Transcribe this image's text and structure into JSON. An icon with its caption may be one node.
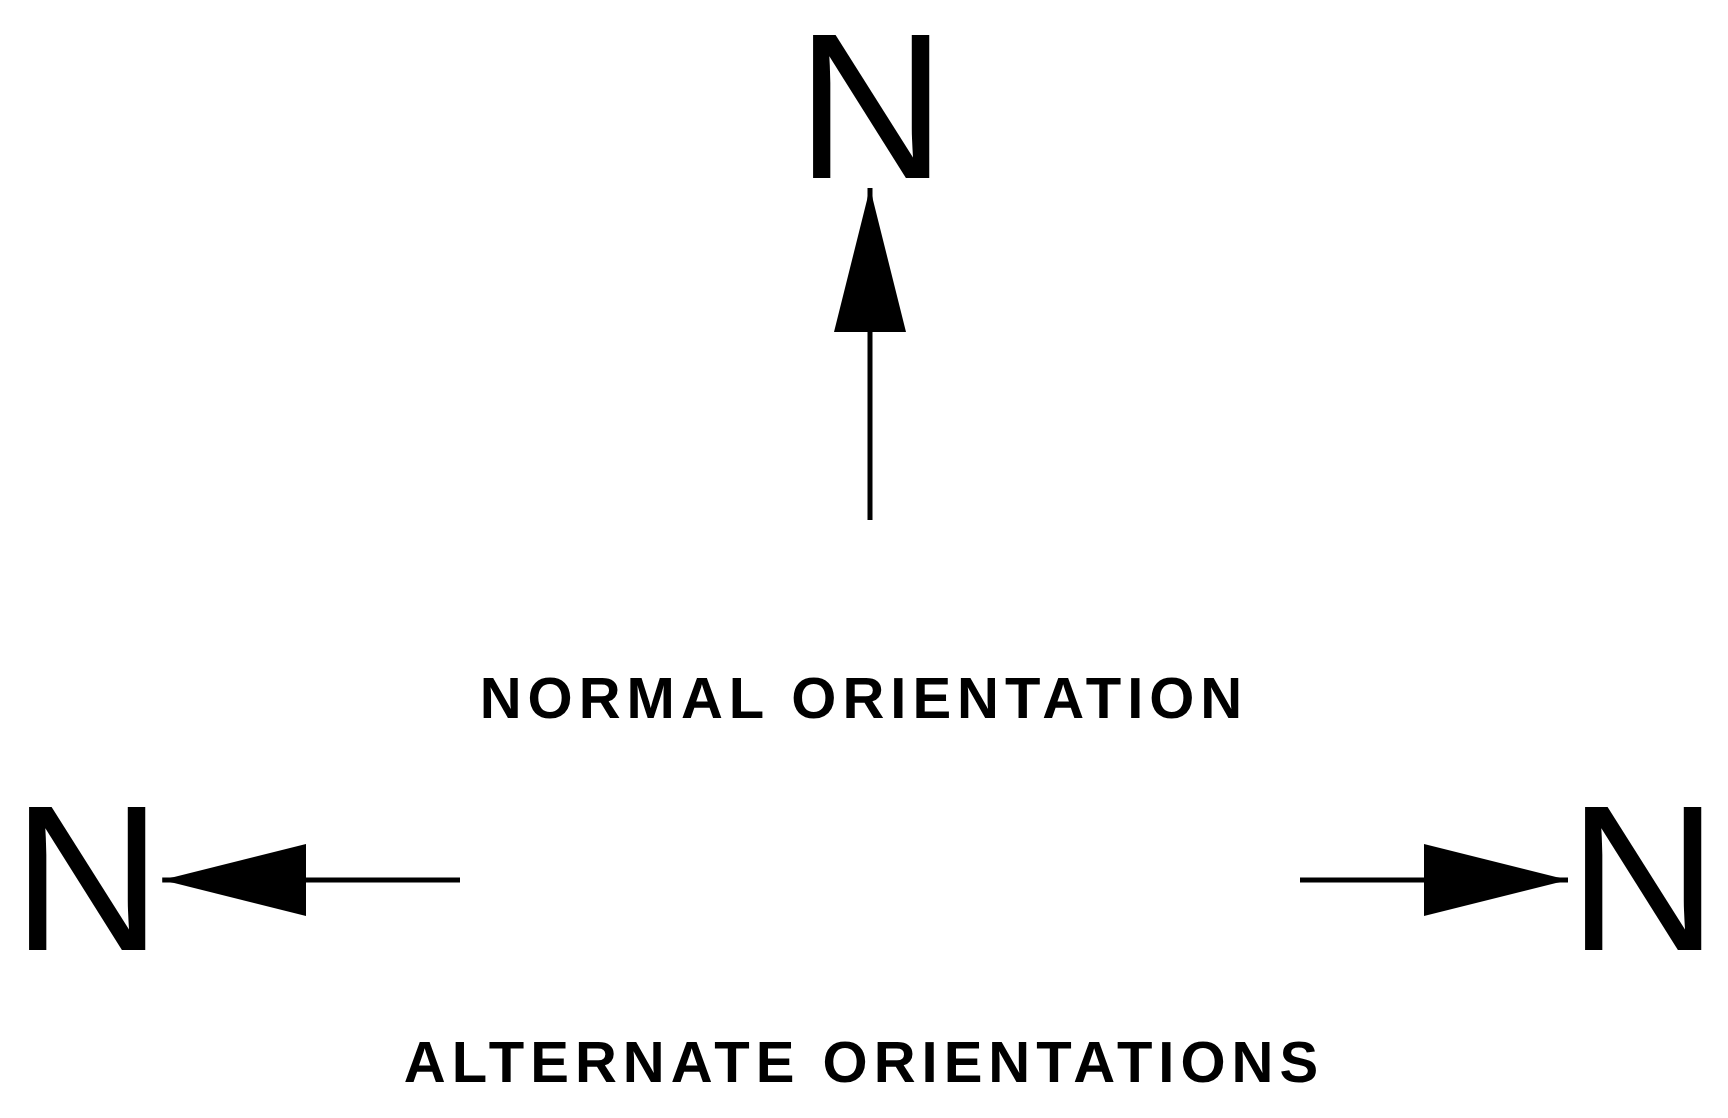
{
  "diagram": {
    "nodes": [
      {
        "text": [
          "N"
        ]
      },
      {
        "text": [
          "N"
        ]
      },
      {
        "text": [
          "N"
        ]
      }
    ],
    "edges": [
      {
        "from": null,
        "to": 0,
        "arrow": "to"
      },
      {
        "from": null,
        "to": 1,
        "arrow": "to"
      },
      {
        "from": null,
        "to": 2,
        "arrow": "to"
      }
    ],
    "labels": [
      "NORMAL ORIENTATION",
      "ALTERNATE ORIENTATIONS"
    ]
  }
}
